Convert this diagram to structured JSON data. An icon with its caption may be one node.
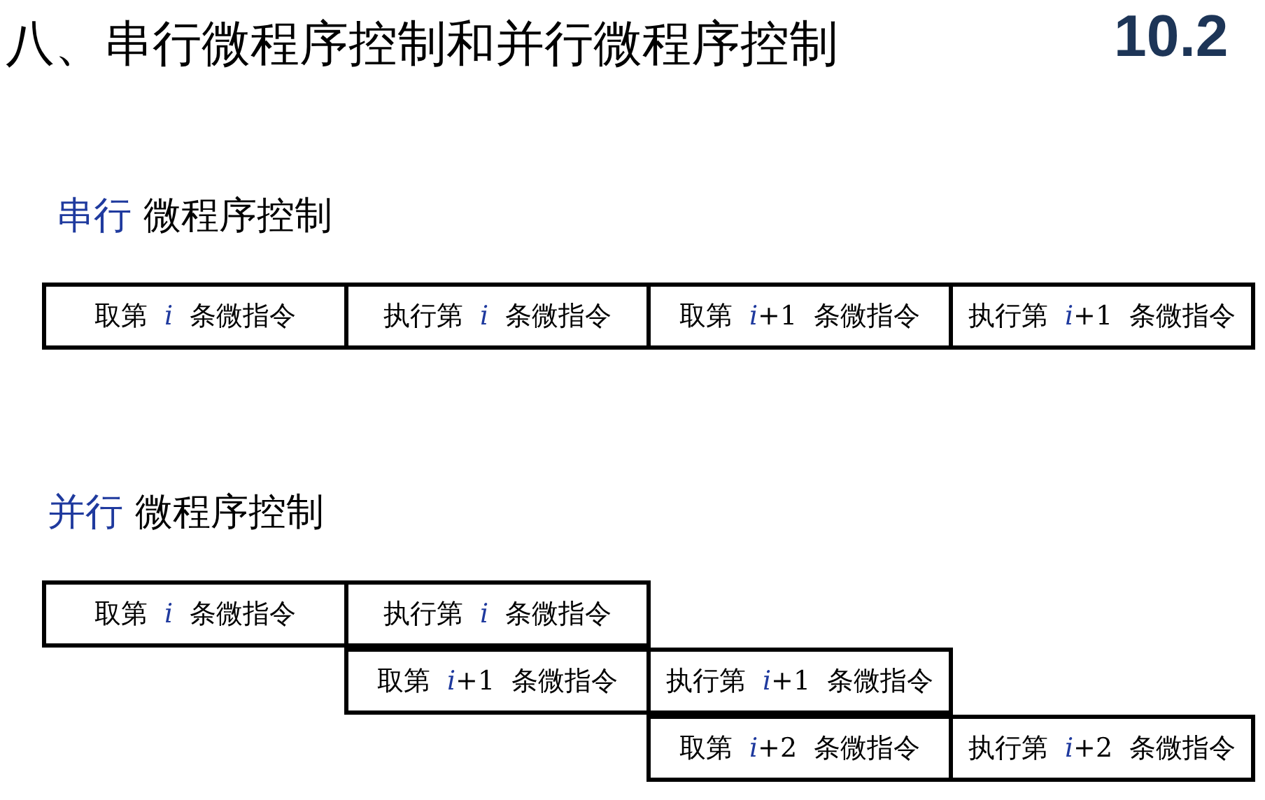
{
  "diagram": {
    "title": "八、串行微程序控制和并行微程序控制",
    "nodes": [
      {
        "text": [
          "取第 *i* 条微指令"
        ]
      },
      {
        "text": [
          "执行第 *i* 条微指令"
        ]
      },
      {
        "text": [
          "取第 *i*+1 条微指令"
        ]
      },
      {
        "text": [
          "执行第 *i*+1 条微指令"
        ]
      },
      {
        "text": [
          "取第 *i* 条微指令"
        ]
      },
      {
        "text": [
          "执行第 *i* 条微指令"
        ]
      },
      {
        "text": [
          "取第 *i*+1 条微指令"
        ]
      },
      {
        "text": [
          "执行第 *i*+1 条微指令"
        ]
      },
      {
        "text": [
          "取第 *i*+2 条微指令"
        ]
      },
      {
        "text": [
          "执行第 *i*+2 条微指令"
        ]
      }
    ],
    "labels": [
      "10.2",
      "串行 微程序控制",
      "并行 微程序控制"
    ]
  }
}
